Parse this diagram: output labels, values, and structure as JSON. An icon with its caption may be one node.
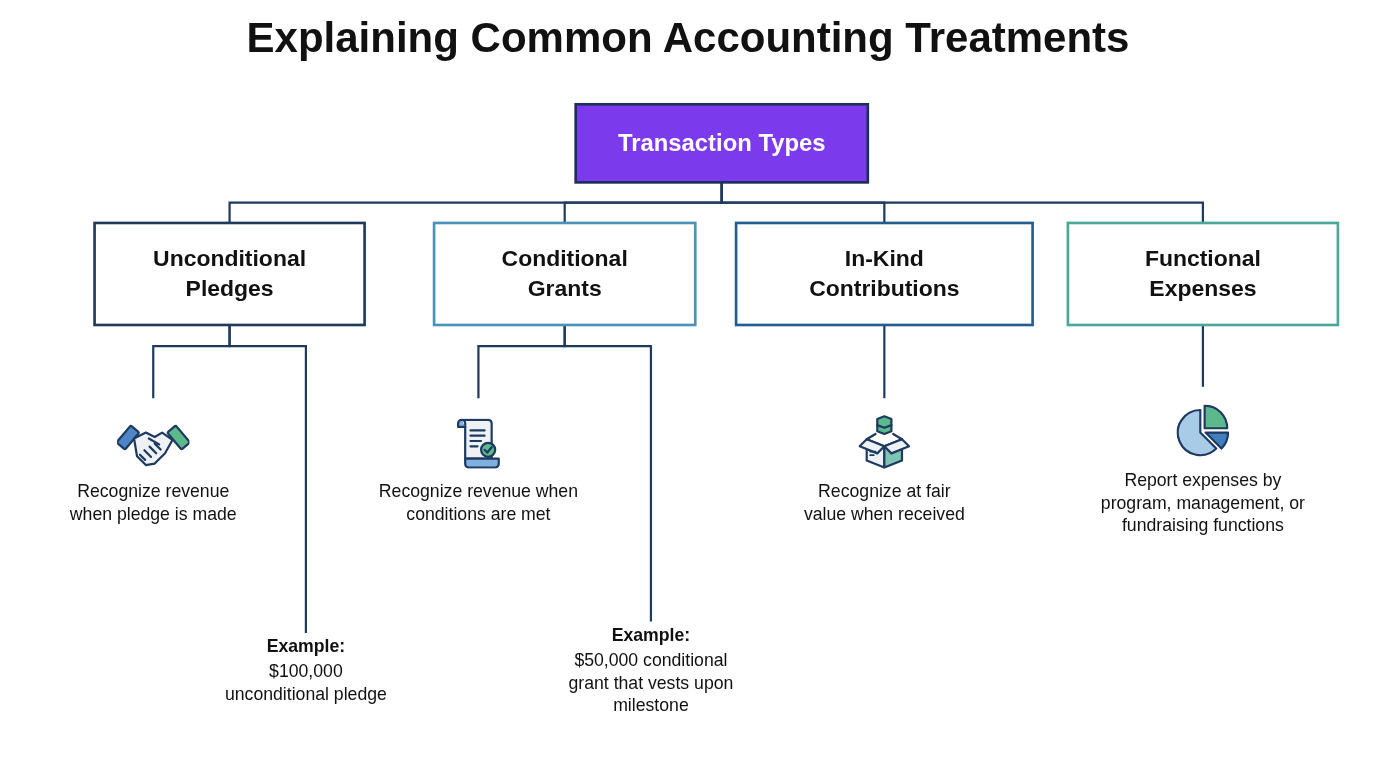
{
  "diagram": {
    "title": "Explaining Common Accounting Treatments",
    "nodes": [
      {
        "text": [
          "Transaction Types"
        ]
      },
      {
        "text": [
          "Unconditional Pledges"
        ]
      },
      {
        "text": [
          "Conditional Grants"
        ]
      },
      {
        "text": [
          "In-Kind Contributions"
        ]
      },
      {
        "text": [
          "Functional Expenses"
        ]
      },
      {
        "text": [
          "Recognize revenue when pledge is made"
        ]
      },
      {
        "text": [
          "Recognize revenue when conditions are met"
        ]
      },
      {
        "text": [
          "Recognize at fair value when received"
        ]
      },
      {
        "text": [
          "Report expenses by program, management, or fundraising functions"
        ]
      },
      {
        "text": [
          "Example:",
          "$100,000 unconditional pledge"
        ]
      },
      {
        "text": [
          "Example:",
          "$50,000 conditional grant that vests upon milestone"
        ]
      }
    ],
    "edges": [
      {
        "from": 0,
        "to": 1,
        "arrow": "none"
      },
      {
        "from": 0,
        "to": 2,
        "arrow": "none"
      },
      {
        "from": 0,
        "to": 3,
        "arrow": "none"
      },
      {
        "from": 0,
        "to": 4,
        "arrow": "none"
      },
      {
        "from": 1,
        "to": 5,
        "arrow": "none"
      },
      {
        "from": 1,
        "to": 9,
        "arrow": "none"
      },
      {
        "from": 2,
        "to": 6,
        "arrow": "none"
      },
      {
        "from": 2,
        "to": 10,
        "arrow": "none"
      },
      {
        "from": 3,
        "to": 7,
        "arrow": "none"
      },
      {
        "from": 4,
        "to": 8,
        "arrow": "none"
      }
    ]
  }
}
